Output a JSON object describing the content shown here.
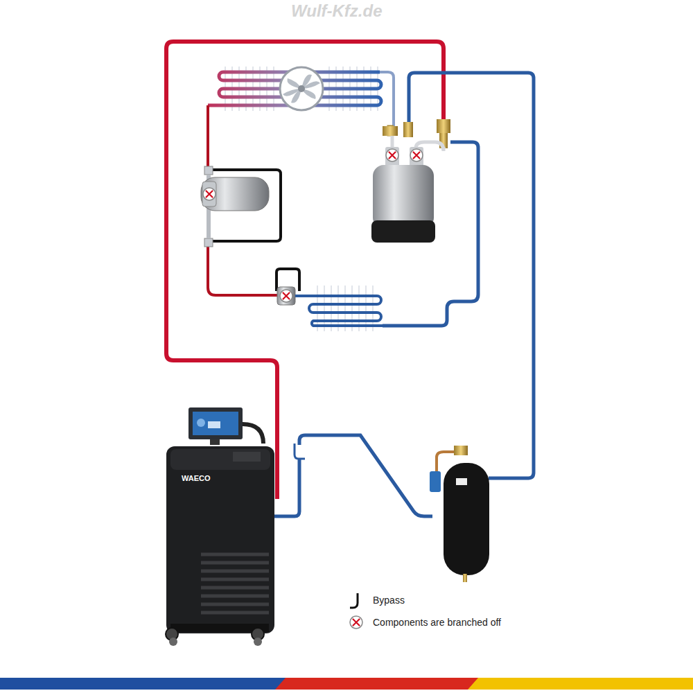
{
  "diagram": {
    "labels": [
      "Wulf-Kfz.de",
      "WAECO"
    ],
    "legend": [
      {
        "text": "Bypass"
      },
      {
        "text": "Components are branched off"
      }
    ]
  }
}
